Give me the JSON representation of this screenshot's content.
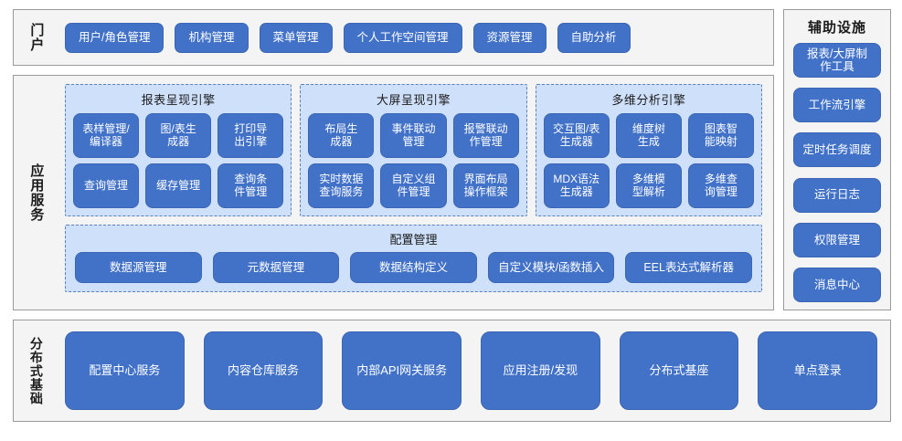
{
  "portal": {
    "label": "门户",
    "items": [
      {
        "label": "用户/角色管理"
      },
      {
        "label": "机构管理"
      },
      {
        "label": "菜单管理"
      },
      {
        "label": "个人工作空间管理"
      },
      {
        "label": "资源管理"
      },
      {
        "label": "自助分析"
      }
    ]
  },
  "app_services": {
    "label": "应用服务",
    "engines": [
      {
        "title": "报表呈现引擎",
        "items": [
          {
            "label": "表样管理/\n编译器"
          },
          {
            "label": "图/表生\n成器"
          },
          {
            "label": "打印导\n出引擎"
          },
          {
            "label": "查询管理"
          },
          {
            "label": "缓存管理"
          },
          {
            "label": "查询条\n件管理"
          }
        ]
      },
      {
        "title": "大屏呈现引擎",
        "items": [
          {
            "label": "布局生\n成器"
          },
          {
            "label": "事件联动\n管理"
          },
          {
            "label": "报警联动\n作管理"
          },
          {
            "label": "实时数据\n查询服务"
          },
          {
            "label": "自定义组\n件管理"
          },
          {
            "label": "界面布局\n操作框架"
          }
        ]
      },
      {
        "title": "多维分析引擎",
        "items": [
          {
            "label": "交互图/表\n生成器"
          },
          {
            "label": "维度树\n生成"
          },
          {
            "label": "图表智\n能映射"
          },
          {
            "label": "MDX语法\n生成器"
          },
          {
            "label": "多维模\n型解析"
          },
          {
            "label": "多维查\n询管理"
          }
        ]
      }
    ],
    "config": {
      "title": "配置管理",
      "items": [
        {
          "label": "数据源管理"
        },
        {
          "label": "元数据管理"
        },
        {
          "label": "数据结构定义"
        },
        {
          "label": "自定义模块/函数插入"
        },
        {
          "label": "EEL表达式解析器"
        }
      ]
    }
  },
  "auxiliary": {
    "title": "辅助设施",
    "items": [
      {
        "label": "报表/大屏制\n作工具"
      },
      {
        "label": "工作流引擎"
      },
      {
        "label": "定时任务调度"
      },
      {
        "label": "运行日志"
      },
      {
        "label": "权限管理"
      },
      {
        "label": "消息中心"
      }
    ]
  },
  "distributed": {
    "label": "分布式基础",
    "items": [
      {
        "label": "配置中心服务"
      },
      {
        "label": "内容仓库服务"
      },
      {
        "label": "内部API网关服务"
      },
      {
        "label": "应用注册/发现"
      },
      {
        "label": "分布式基座"
      },
      {
        "label": "单点登录"
      }
    ]
  },
  "colors": {
    "button": "#4272c8",
    "panel_bg": "#f4f4f4",
    "engine_bg": "#cfe0fa",
    "engine_border": "#5b7fbf",
    "panel_border": "#9a9a9a",
    "text": "#1b1b1b"
  }
}
